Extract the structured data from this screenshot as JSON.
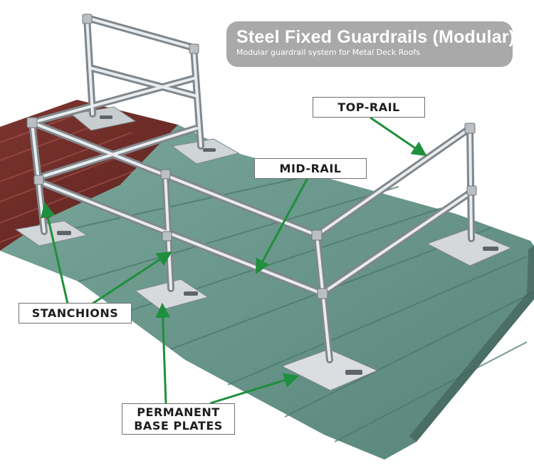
{
  "title": {
    "main": "Steel Fixed Guardrails (Modular)",
    "subtitle": "Modular guardrail system for Metal Deck Roofs"
  },
  "labels": {
    "top_rail": "TOP-RAIL",
    "mid_rail": "MID-RAIL",
    "stanchions": "STANCHIONS",
    "base_plates_line1": "PERMANENT",
    "base_plates_line2": "BASE PLATES"
  },
  "colors": {
    "callout_arrow": "#1e8f3c",
    "roof_green": "#6c9a8c",
    "roof_maroon": "#6f2b26",
    "title_box": "#a9a9a9"
  }
}
